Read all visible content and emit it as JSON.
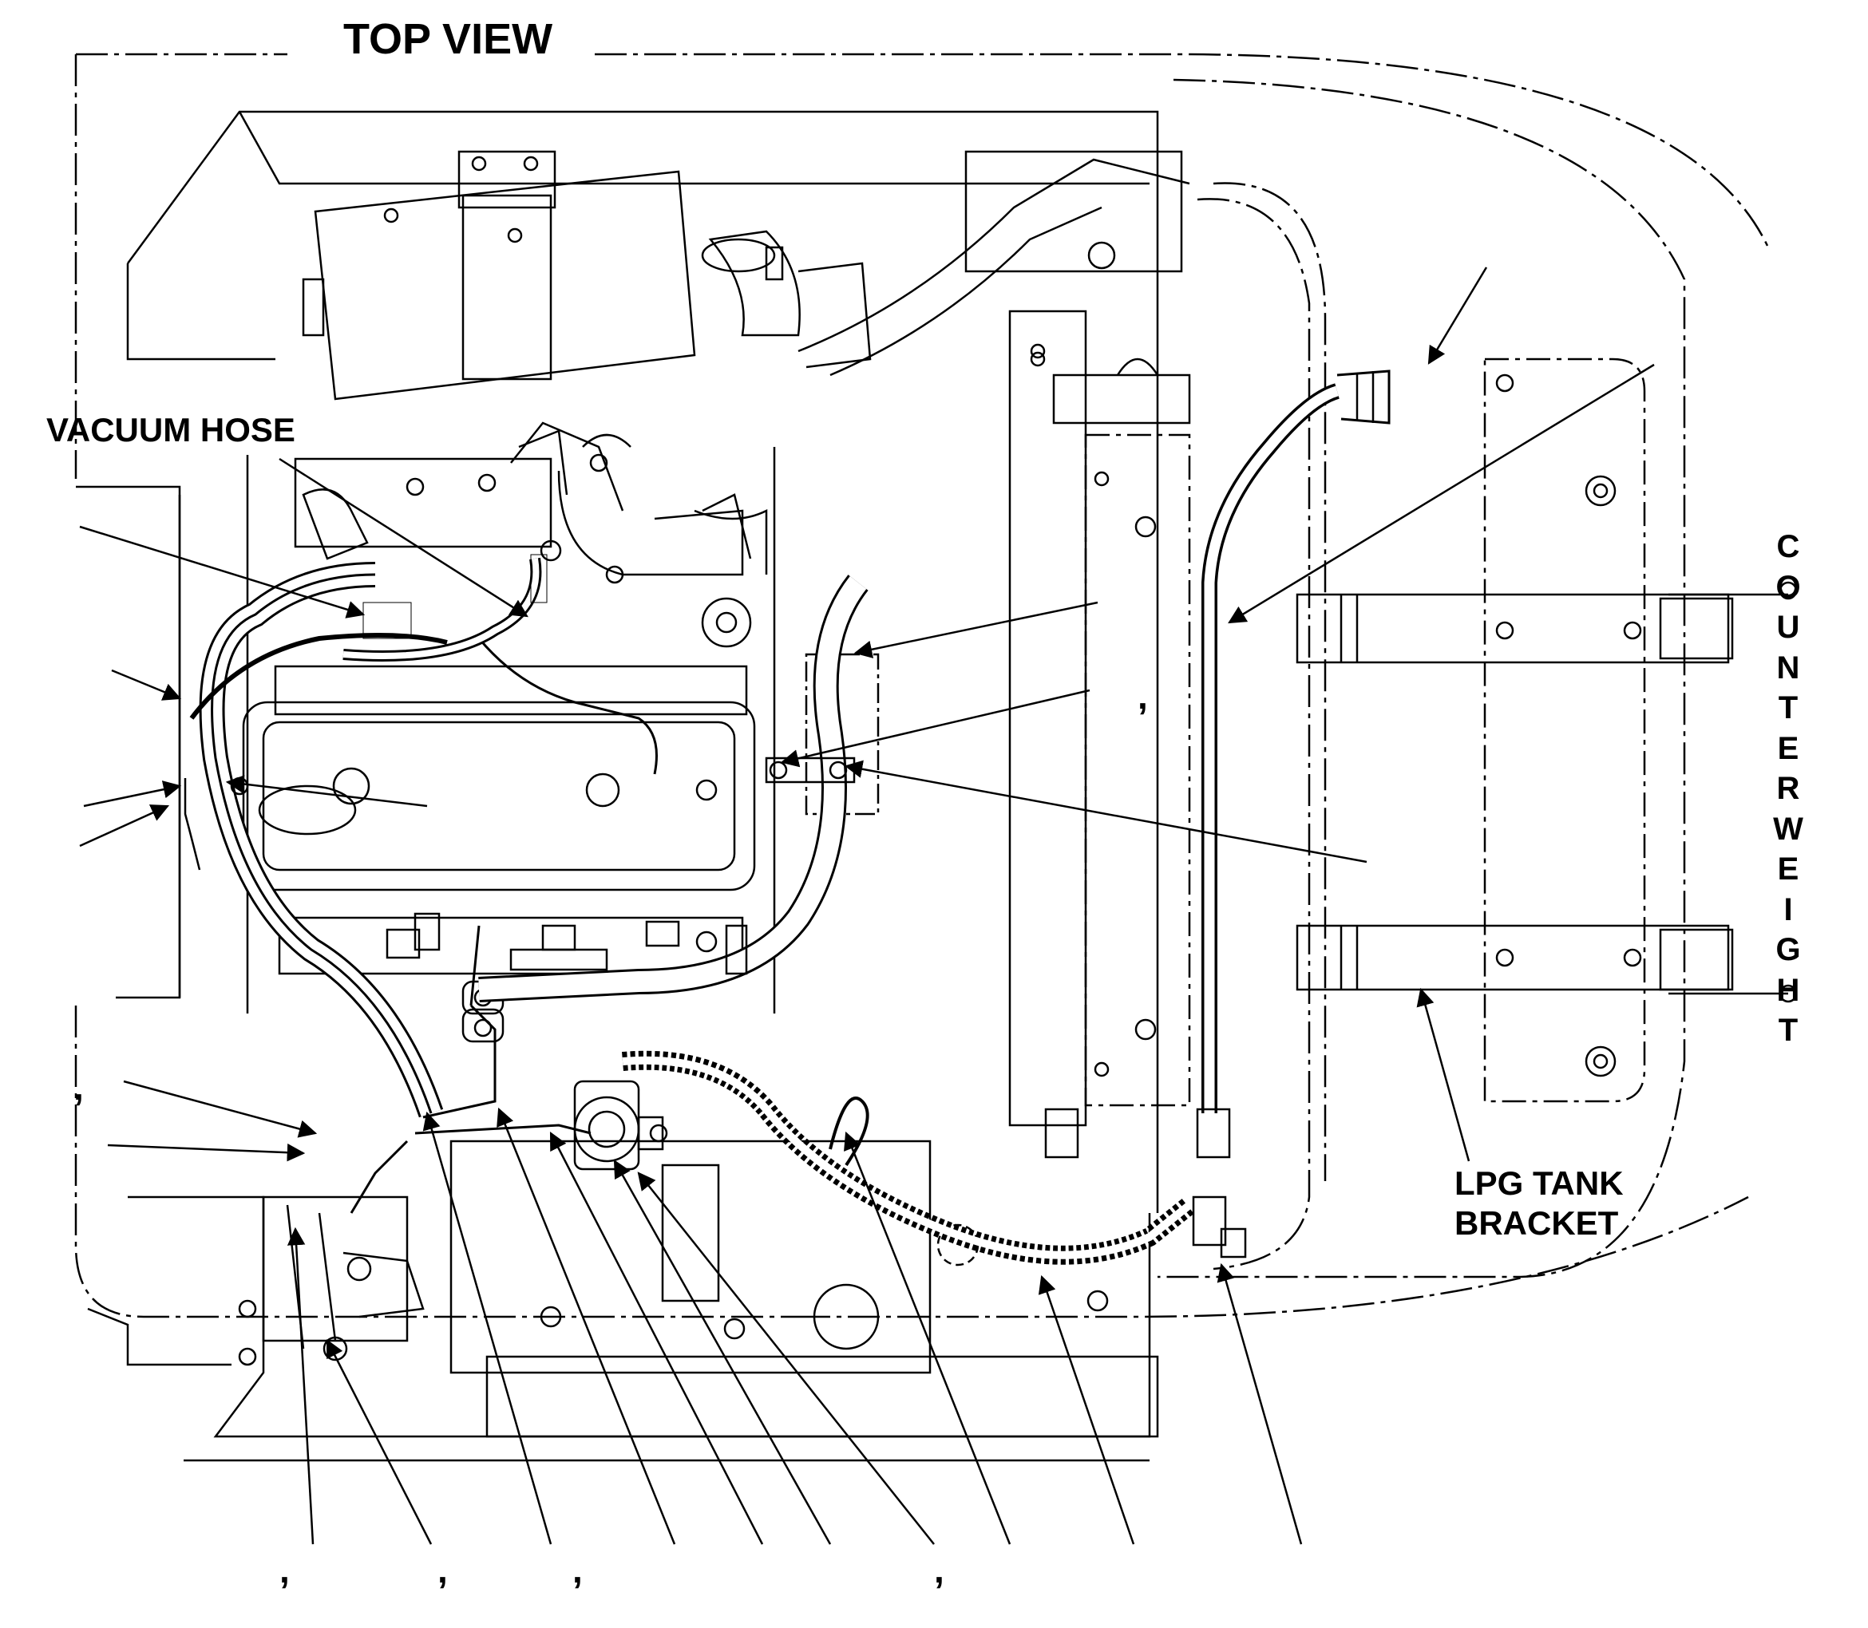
{
  "diagram": {
    "title": "TOP VIEW",
    "labels": {
      "vacuum_hose": "VACUUM HOSE",
      "lpg_tank_bracket_line1": "LPG TANK",
      "lpg_tank_bracket_line2": "BRACKET",
      "counterweight": [
        "C",
        "O",
        "U",
        "N",
        "T",
        "E",
        "R",
        "W",
        "E",
        "I",
        "G",
        "H",
        "T"
      ]
    },
    "callout_commas": [
      ",",
      ",",
      ",",
      ",",
      ",",
      ","
    ],
    "colors": {
      "line": "#000000",
      "background": "#ffffff"
    }
  }
}
